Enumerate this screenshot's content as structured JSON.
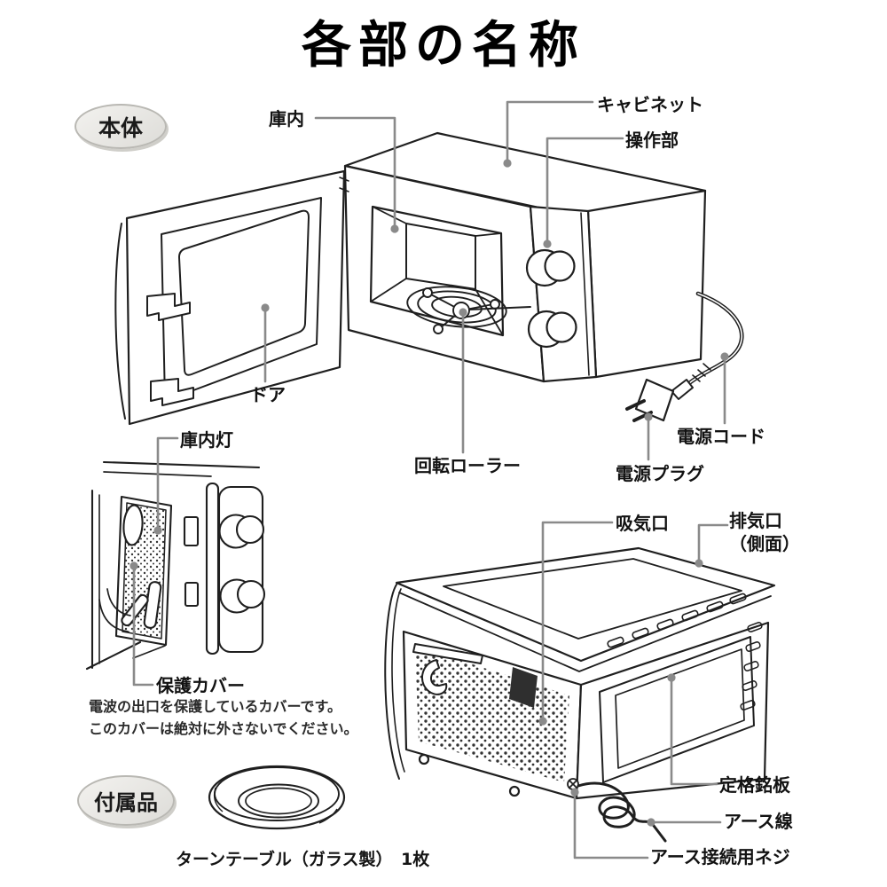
{
  "title": "各部の名称",
  "badges": {
    "main_unit": "本体",
    "accessories": "付属品"
  },
  "labels": {
    "cavity": "庫内",
    "cabinet": "キャビネット",
    "control_panel": "操作部",
    "door": "ドア",
    "rotating_roller": "回転ローラー",
    "power_plug": "電源プラグ",
    "power_cord": "電源コード",
    "cavity_lamp": "庫内灯",
    "protective_cover": "保護カバー",
    "air_intake": "吸気口",
    "exhaust_port_line1": "排気口",
    "exhaust_port_line2": "（側面）",
    "rating_nameplate": "定格銘板",
    "earth_wire": "アース線",
    "earth_screw": "アース接続用ネジ"
  },
  "notes": {
    "protective_cover_line1": "電波の出口を保護しているカバーです。",
    "protective_cover_line2": "このカバーは絶対に外さないでください。"
  },
  "captions": {
    "turntable": "ターンテーブル（ガラス製）　1枚"
  },
  "colors": {
    "line": "#1f1f1f",
    "leader": "#8a8a8a",
    "badge_bg": "#e9e8e5",
    "perforation": "#333333"
  }
}
